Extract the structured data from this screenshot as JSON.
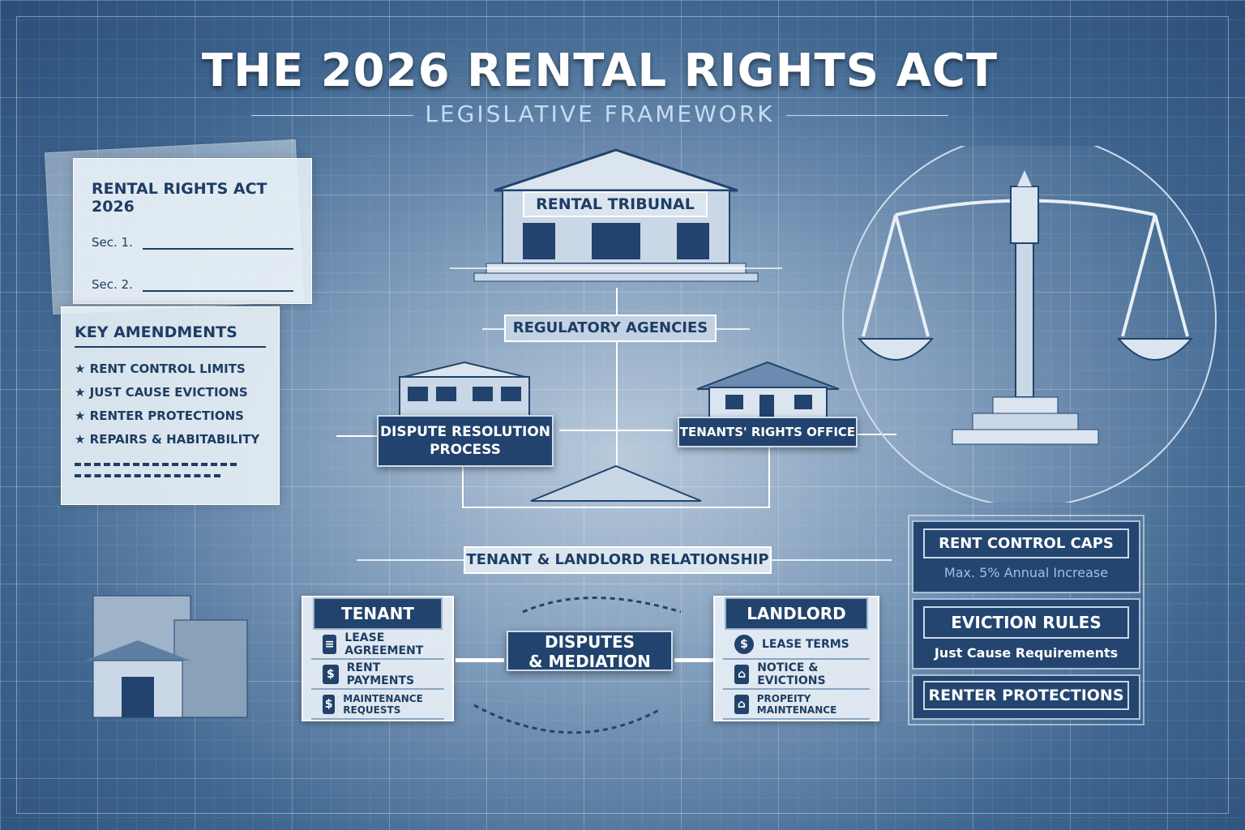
{
  "title": "THE 2026 RENTAL RIGHTS ACT",
  "subtitle": "LEGISLATIVE FRAMEWORK",
  "act_document": {
    "heading": "RENTAL RIGHTS ACT 2026",
    "sections": [
      "Sec. 1.",
      "Sec. 2."
    ]
  },
  "amendments": {
    "heading": "KEY AMENDMENTS",
    "items": [
      "RENT CONTROL LIMITS",
      "JUST CAUSE EVICTIONS",
      "RENTER PROTECTIONS",
      "REPAIRS & HABITABILITY"
    ]
  },
  "tribunal": "RENTAL TRIBUNAL",
  "agencies": "REGULATORY AGENCIES",
  "dispute_process": "DISPUTE RESOLUTION PROCESS",
  "tenants_office": "TENANTS' RIGHTS OFFICE",
  "relationship": "TENANT & LANDLORD RELATIONSHIP",
  "tenant": {
    "heading": "TENANT",
    "items": [
      {
        "label": "LEASE AGREEMENT",
        "icon": "document-icon"
      },
      {
        "label": "RENT PAYMENTS",
        "icon": "house-dollar-icon"
      },
      {
        "label": "MAINTENANCE REQUESTS",
        "icon": "house-dollar-icon"
      }
    ]
  },
  "mediation": {
    "line1": "DISPUTES",
    "line2": "& MEDIATION"
  },
  "landlord": {
    "heading": "LANDLORD",
    "items": [
      {
        "label": "LEASE TERMS",
        "icon": "gear-dollar-icon"
      },
      {
        "label": "NOTICE & EVICTIONS",
        "icon": "broken-house-icon"
      },
      {
        "label": "PROPEITY MAINTENANCE",
        "icon": "house-icon"
      }
    ]
  },
  "panels": [
    {
      "title": "RENT CONTROL CAPS",
      "detail": "Max. 5% Annual Increase"
    },
    {
      "title": "EVICTION RULES",
      "detail": "Just Cause Requirements"
    },
    {
      "title": "RENTER PROTECTIONS"
    }
  ],
  "colors": {
    "navy": "#21436d",
    "background": "#3f6690",
    "accent_text": "#c6dcf0"
  }
}
